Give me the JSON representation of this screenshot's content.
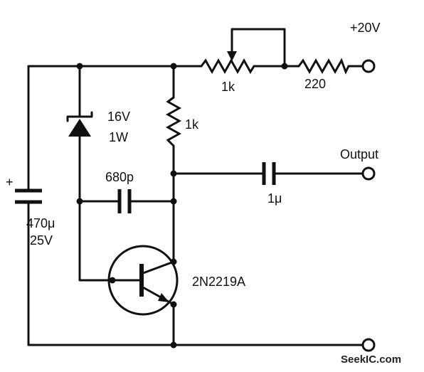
{
  "supply": {
    "label": "+20V"
  },
  "output": {
    "label": "Output"
  },
  "pot": {
    "label": "1k"
  },
  "r220": {
    "label": "220"
  },
  "r1k": {
    "label": "1k"
  },
  "zener": {
    "voltage": "16V",
    "power": "1W"
  },
  "cap_680": {
    "label": "680p"
  },
  "cap_out": {
    "label": "1μ"
  },
  "cap_470": {
    "value": "470μ",
    "voltage": "25V",
    "polarity": "+"
  },
  "transistor": {
    "label": "2N2219A"
  },
  "watermark": {
    "text": "SeekIC.com"
  }
}
